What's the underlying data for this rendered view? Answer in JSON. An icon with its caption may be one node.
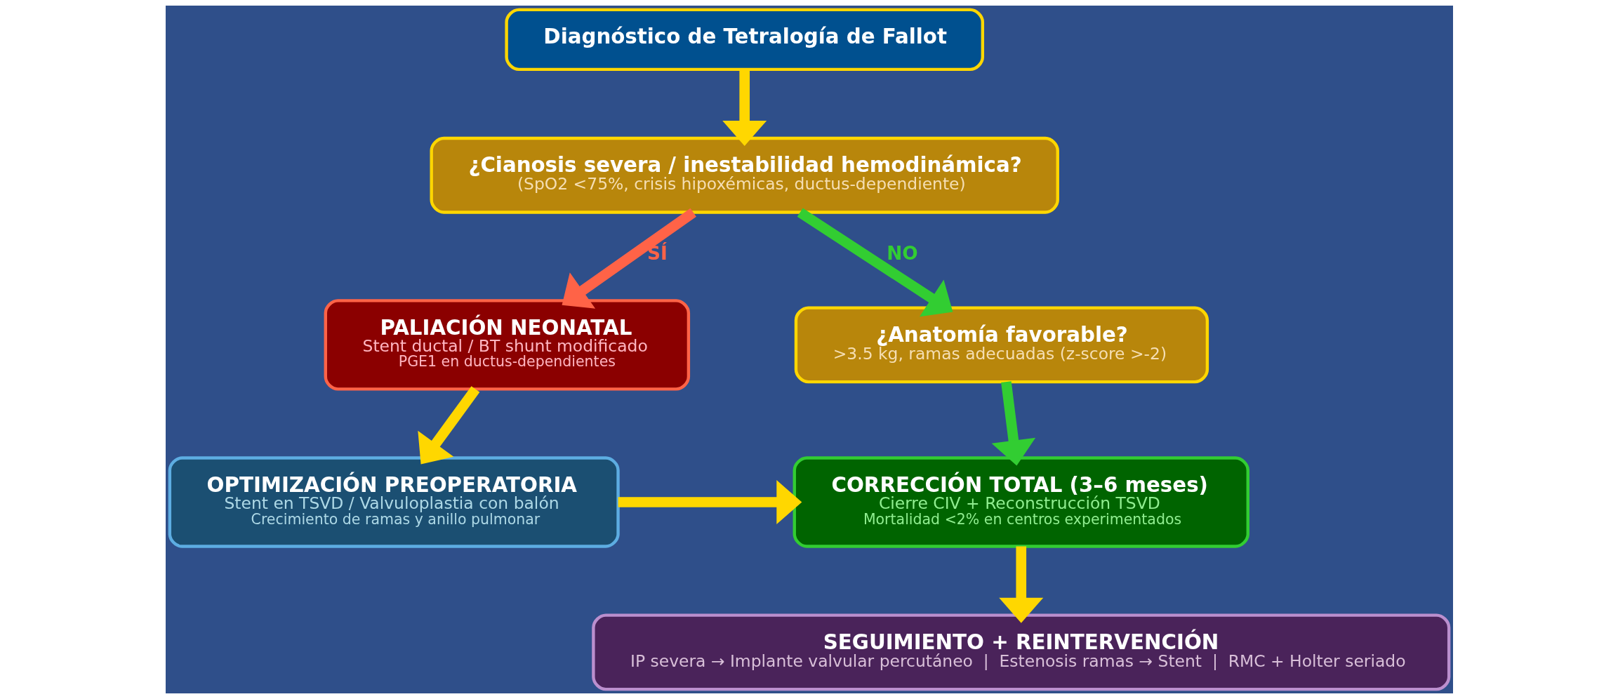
{
  "diagram": {
    "nodes": [
      {
        "text": [
          "Diagnóstico de Tetralogía de Fallot"
        ]
      },
      {
        "text": [
          "¿Cianosis severa / inestabilidad hemodinámica?",
          "(SpO2 <75%, crisis hipoxémicas, ductus-dependiente)"
        ]
      },
      {
        "text": [
          "PALIACIÓN NEONATAL",
          "Stent ductal / BT shunt modificado",
          "PGE1 en ductus-dependientes"
        ]
      },
      {
        "text": [
          "¿Anatomía favorable?",
          ">3.5 kg, ramas adecuadas (z-score >-2)"
        ]
      },
      {
        "text": [
          "OPTIMIZACIÓN PREOPERATORIA",
          "Stent en TSVD / Valvuloplastia con balón",
          "Crecimiento de ramas y anillo pulmonar"
        ]
      },
      {
        "text": [
          "CORRECCIÓN TOTAL (3–6 meses)",
          "Cierre CIV + Reconstrucción TSVD",
          "Mortalidad <2% en centros experimentados"
        ]
      },
      {
        "text": [
          "SEGUIMIENTO + REINTERVENCIÓN",
          "IP severa → Implante valvular percutáneo  |  Estenosis ramas → Stent  |  RMC + Holter seriado"
        ]
      }
    ],
    "edges": [
      {
        "from": 0,
        "to": 1,
        "arrow": "to"
      },
      {
        "from": 1,
        "to": 2,
        "arrow": "to",
        "label": "SÍ",
        "color": "#ff6347"
      },
      {
        "from": 1,
        "to": 3,
        "arrow": "to",
        "label": "NO",
        "color": "#32cd32"
      },
      {
        "from": 2,
        "to": 4,
        "arrow": "to"
      },
      {
        "from": 3,
        "to": 5,
        "arrow": "to",
        "color": "#32cd32"
      },
      {
        "from": 4,
        "to": 5,
        "arrow": "to"
      },
      {
        "from": 5,
        "to": 6,
        "arrow": "to"
      }
    ]
  }
}
